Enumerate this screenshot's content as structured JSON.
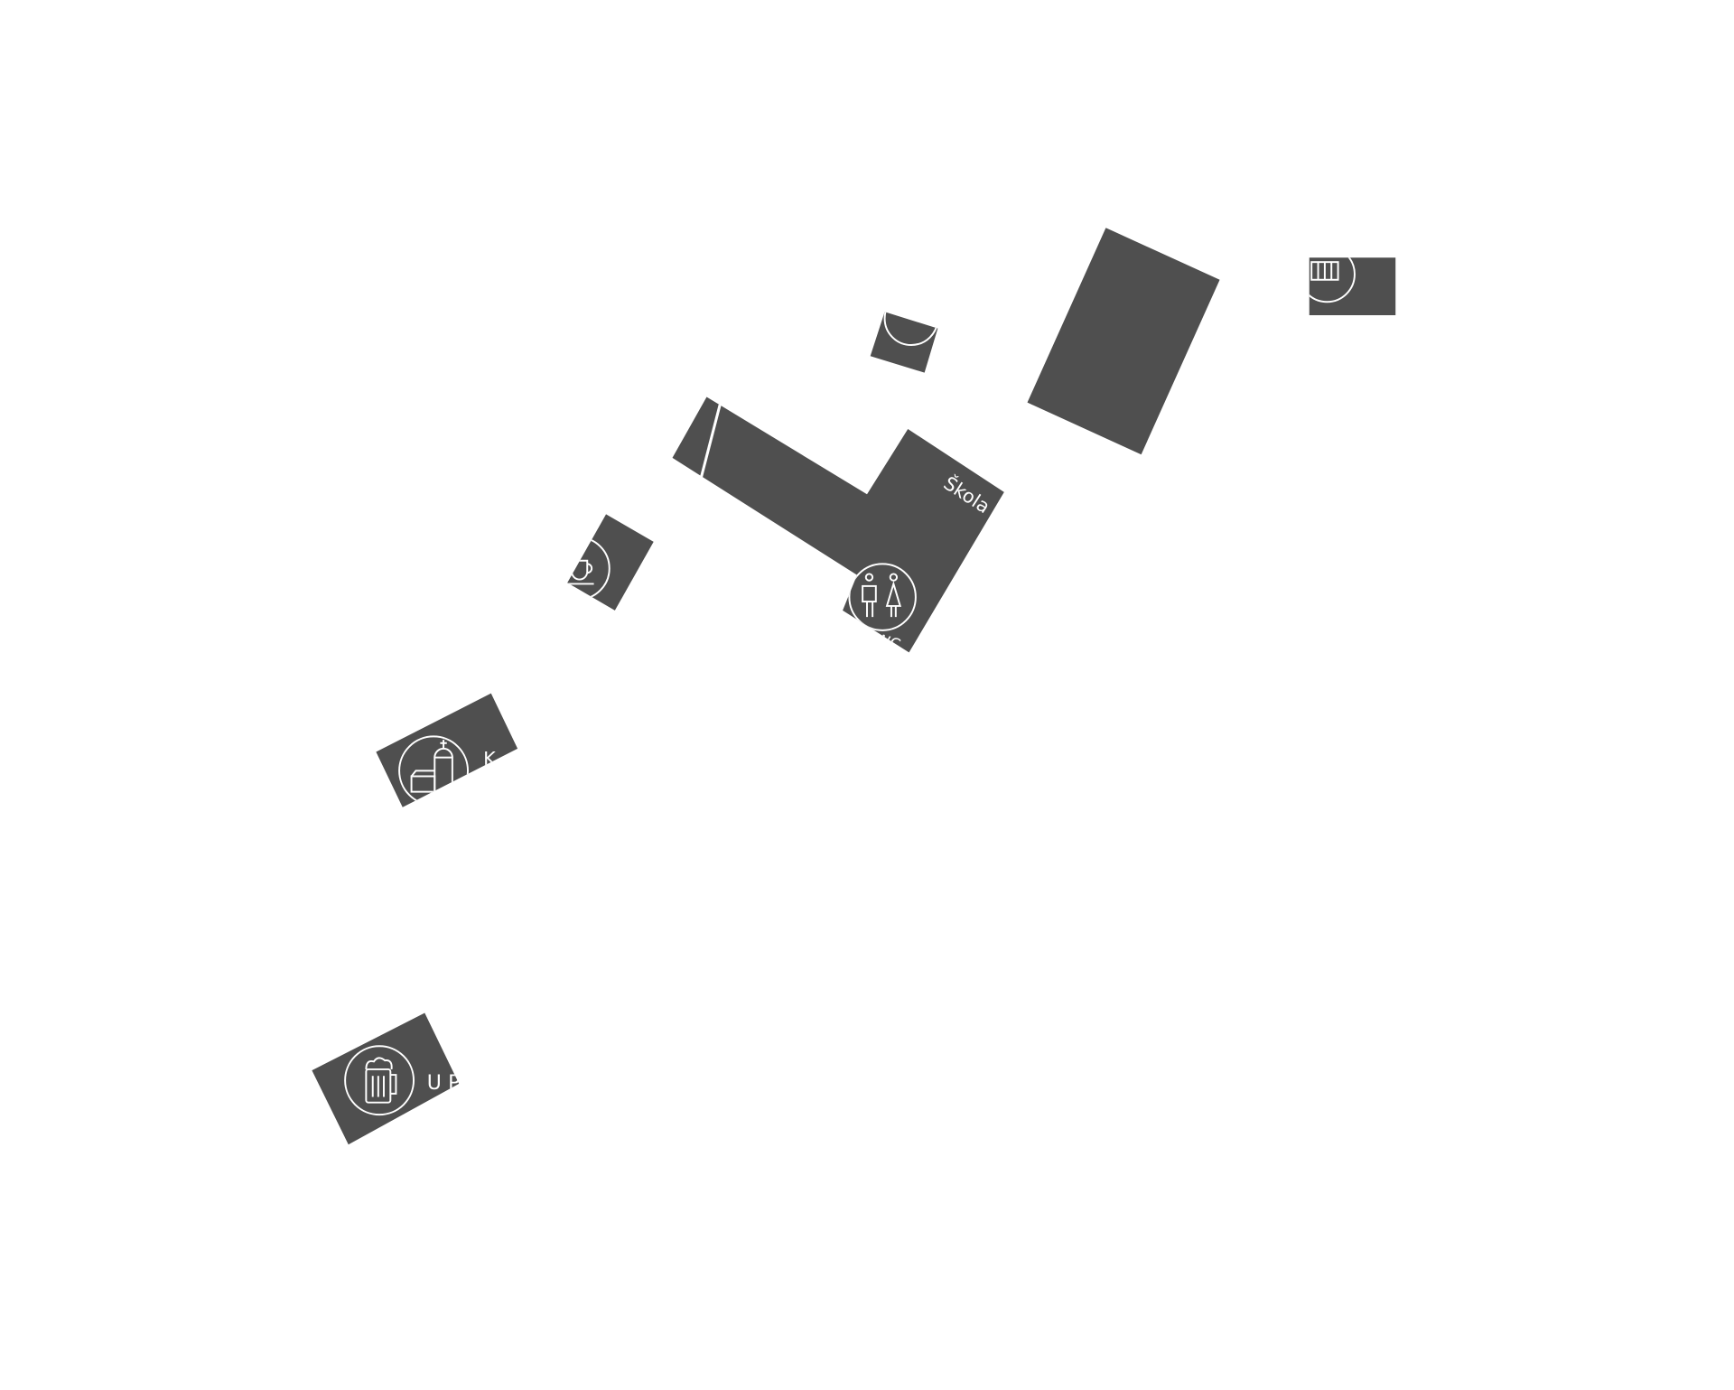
{
  "map": {
    "background_color": "#ffffff",
    "building_color": "#4f4f4f",
    "labels": {
      "school": "Škola",
      "wc": "WC",
      "church": "K",
      "pub": "UP"
    },
    "icons": [
      "museum-icon",
      "cafe-icon",
      "wc-icon",
      "church-icon",
      "beer-icon"
    ]
  }
}
